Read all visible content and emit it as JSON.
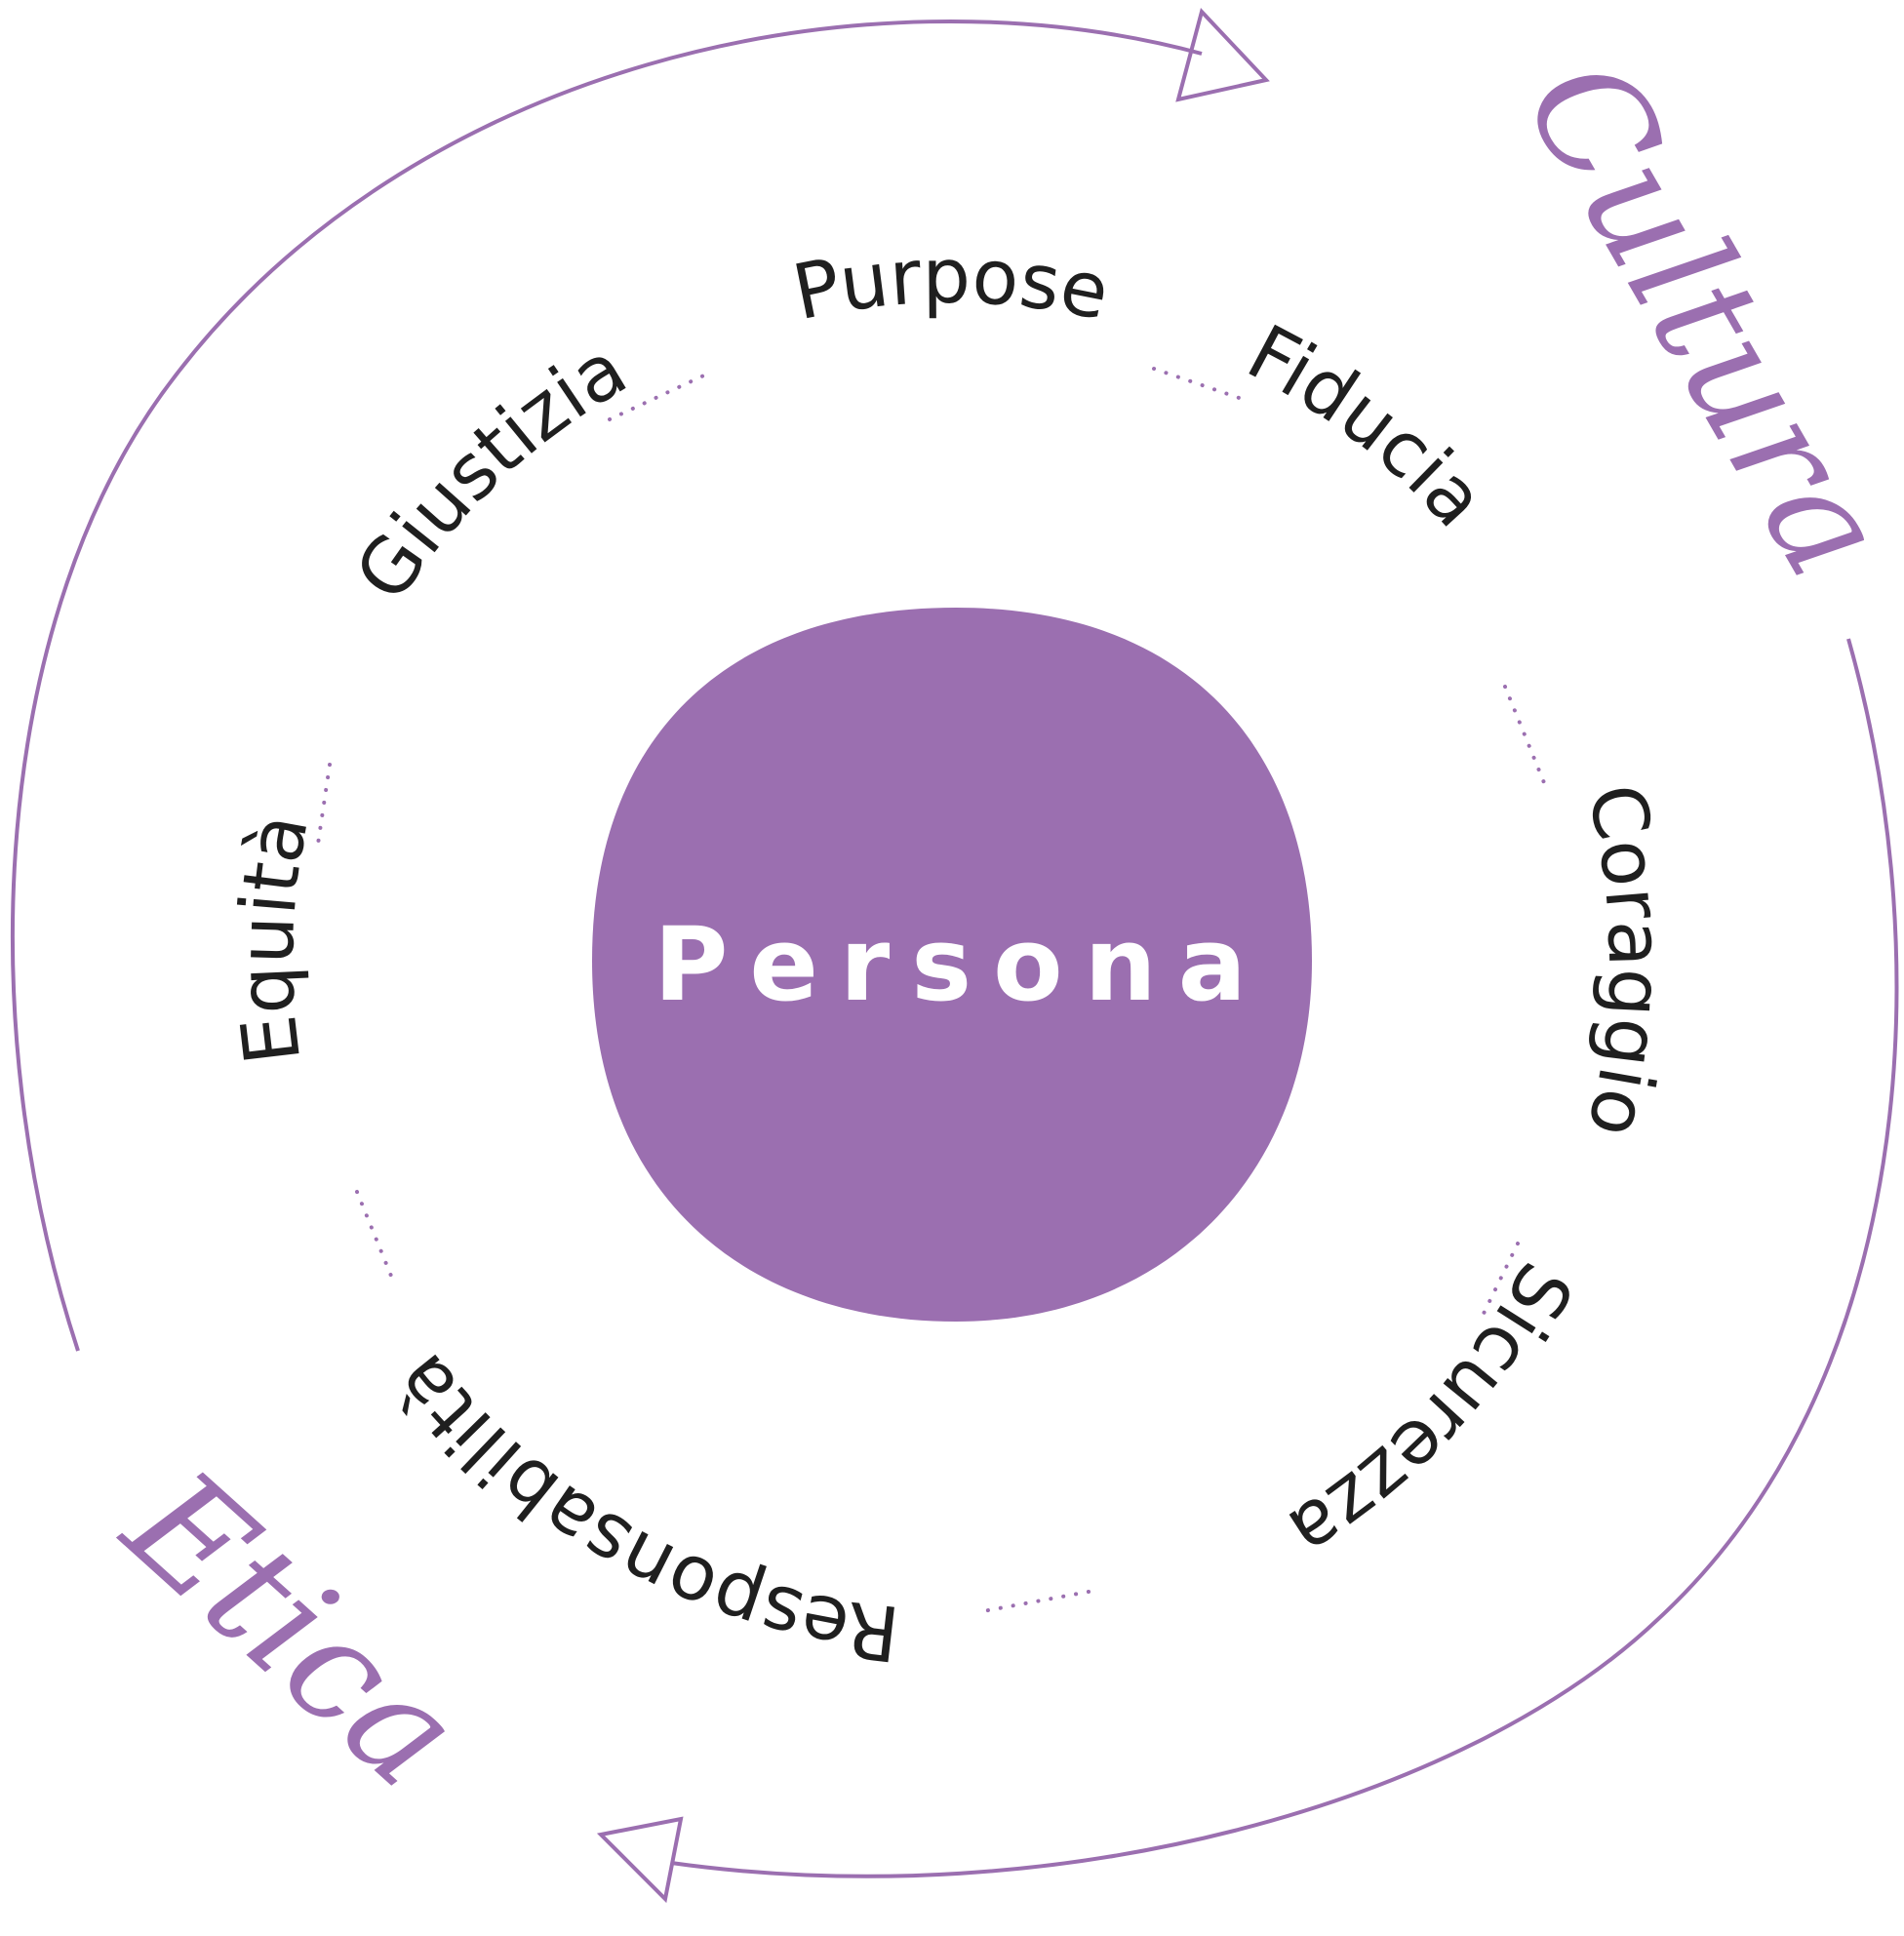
{
  "center": {
    "label": "Persona",
    "fill": "#9b6fb0",
    "text_color": "#ffffff"
  },
  "values": [
    "Purpose",
    "Fiducia",
    "Coraggio",
    "Sicurezza",
    "Responsabilità",
    "Equità",
    "Giustizia"
  ],
  "outer_labels": {
    "top_right": "Cultura",
    "bottom_left": "Etica"
  },
  "colors": {
    "accent": "#9b6fb0",
    "text": "#1f1f1f",
    "background": "#ffffff"
  }
}
